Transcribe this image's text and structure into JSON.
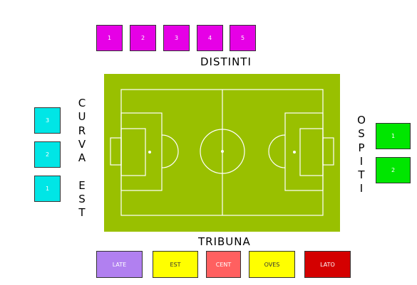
{
  "distinti": {
    "label": "DISTINTI",
    "color": "#e600e6",
    "sectors": [
      "1",
      "2",
      "3",
      "4",
      "5"
    ]
  },
  "curva_est": {
    "label": "CURVA\n\nEST",
    "color": "#00e6e6",
    "sectors": [
      "3",
      "2",
      "1"
    ]
  },
  "ospiti": {
    "label": "OSPITI",
    "color": "#00e600",
    "sectors": [
      "1",
      "2"
    ]
  },
  "tribuna": {
    "label": "TRIBUNA",
    "sectors": [
      {
        "label": "LATE",
        "color": "#b180f0"
      },
      {
        "label": "EST",
        "color": "#ffff00"
      },
      {
        "label": "CENT",
        "color": "#ff6060"
      },
      {
        "label": "OVES",
        "color": "#ffff00"
      },
      {
        "label": "LATO",
        "color": "#d40000"
      }
    ]
  },
  "pitch": {
    "grass_color": "#99c000",
    "line_color": "#ffffff"
  }
}
